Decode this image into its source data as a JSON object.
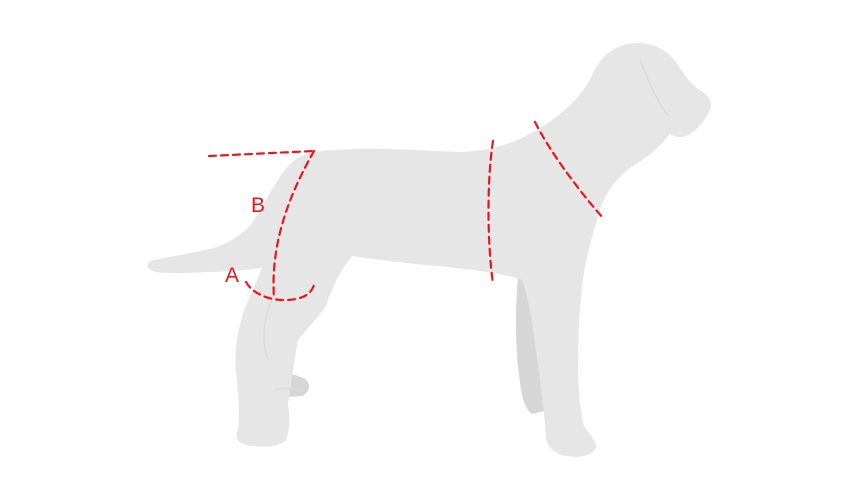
{
  "diagram": {
    "labels": {
      "a": "A",
      "b": "B"
    },
    "colors": {
      "dog_silhouette": "#e6e6e6",
      "dog_far_legs": "#d6d6d6",
      "measurement_lines": "#e8161b",
      "background": "#ffffff"
    },
    "measurements": [
      "neck-girth",
      "chest-girth",
      "back-height-line",
      "hind-leg-measure-b",
      "hind-leg-circumference-a"
    ]
  }
}
